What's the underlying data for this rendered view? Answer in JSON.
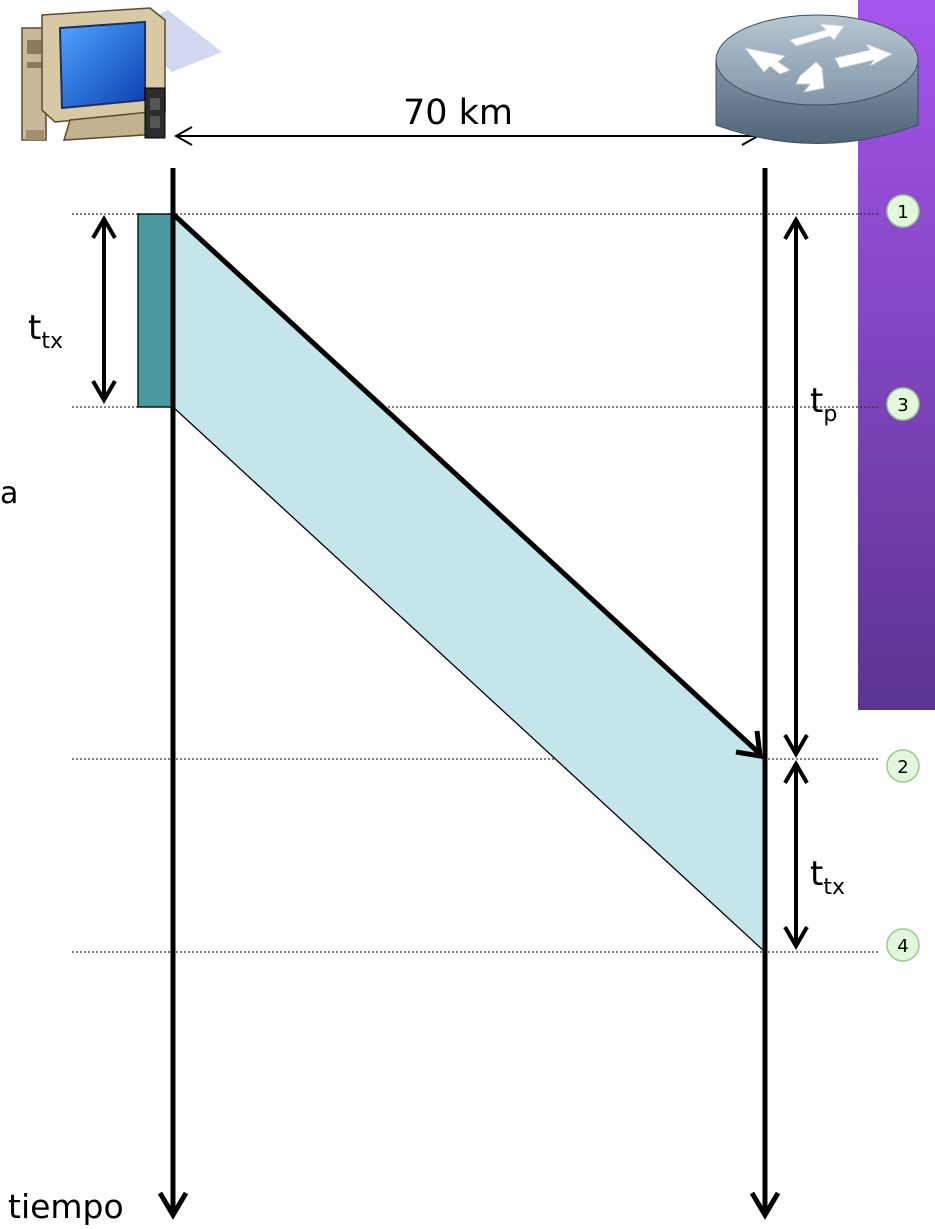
{
  "distance_label": "70 km",
  "time_axis_label": "tiempo",
  "labels": {
    "ttx_left": {
      "base": "t",
      "sub": "tx"
    },
    "tp": {
      "base": "t",
      "sub": "p"
    },
    "ttx_right": {
      "base": "t",
      "sub": "tx"
    }
  },
  "markers": [
    "1",
    "3",
    "2",
    "4"
  ],
  "side_panel_letter": "a",
  "icons": {
    "host": "computer-icon",
    "router": "router-icon"
  },
  "colors": {
    "panel_top": "#a555ec",
    "panel_bottom": "#5b3490",
    "packet_fill": "#c4e5e9",
    "packet_block": "#4b9aa0",
    "marker_fill": "#e3f7dc",
    "marker_stroke": "#9acc8a"
  }
}
